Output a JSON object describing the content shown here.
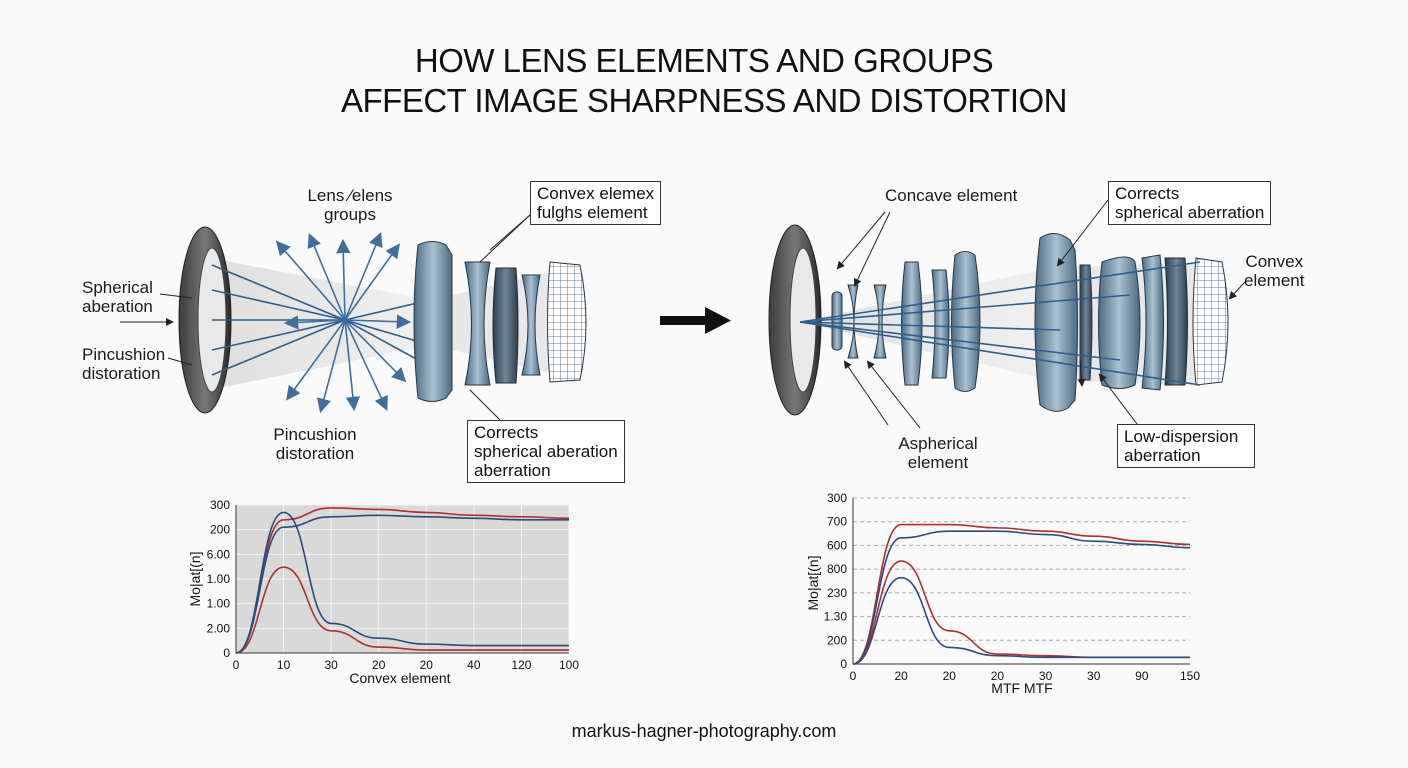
{
  "title": {
    "line1": "HOW LENS ELEMENTS AND GROUPS",
    "line2": "AFFECT IMAGE SHARPNESS AND DISTORTION"
  },
  "left_diagram": {
    "lens_groups": "Lens ⁄elens\ngroups",
    "convex_box": "Convex elemex\nfulghs element",
    "spherical": "Spherical\naberation",
    "pincushion_left": "Pincushion\ndistoration",
    "pincushion_bottom": "Pincushion\ndistoration",
    "corrects_box": "Corrects\nspherical aberation\naberration"
  },
  "right_diagram": {
    "concave": "Concave element",
    "corrects_box": "Corrects\nspherical aberration",
    "convex": "Convex\nelement",
    "aspherical": "Aspherical\nelement",
    "lowdisp_box": "Low-dispersion\naberration"
  },
  "arrow_icon": "right-arrow-icon",
  "chart_data": [
    {
      "type": "line",
      "ylabel": "Mo|at[(n]",
      "xlabel": "Convex element",
      "x_ticks": [
        "0",
        "10",
        "30",
        "20",
        "20",
        "40",
        "120",
        "100"
      ],
      "y_ticks": [
        "300",
        "200",
        "6.00",
        "1.00",
        "1.00",
        "2.00",
        "0"
      ],
      "grid": true,
      "series": [
        {
          "color": "#b03030",
          "values": [
            0,
            0.9,
            0.98,
            0.97,
            0.95,
            0.93,
            0.92,
            0.91
          ]
        },
        {
          "color": "#2b4a80",
          "values": [
            0,
            0.85,
            0.92,
            0.93,
            0.92,
            0.91,
            0.9,
            0.9
          ]
        },
        {
          "color": "#b03030",
          "values": [
            0,
            0.58,
            0.15,
            0.04,
            0.02,
            0.02,
            0.02,
            0.02
          ]
        },
        {
          "color": "#2b4a80",
          "values": [
            0,
            0.95,
            0.2,
            0.1,
            0.06,
            0.05,
            0.05,
            0.05
          ]
        }
      ]
    },
    {
      "type": "line",
      "ylabel": "Mo|at[(n]",
      "xlabel": "MTF MTF",
      "x_ticks": [
        "0",
        "20",
        "20",
        "20",
        "30",
        "30",
        "90",
        "150"
      ],
      "y_ticks": [
        "300",
        "700",
        "600",
        "800",
        "230",
        "1.30",
        "200",
        "0"
      ],
      "grid": true,
      "series": [
        {
          "color": "#b03030",
          "values": [
            0,
            0.84,
            0.84,
            0.82,
            0.8,
            0.77,
            0.74,
            0.72
          ]
        },
        {
          "color": "#2b4a80",
          "values": [
            0,
            0.76,
            0.8,
            0.8,
            0.78,
            0.74,
            0.72,
            0.7
          ]
        },
        {
          "color": "#b03030",
          "values": [
            0,
            0.62,
            0.2,
            0.06,
            0.05,
            0.04,
            0.04,
            0.04
          ]
        },
        {
          "color": "#2b4a80",
          "values": [
            0,
            0.52,
            0.1,
            0.05,
            0.04,
            0.04,
            0.04,
            0.04
          ]
        }
      ]
    }
  ],
  "footer": "markus-hagner-photography.com"
}
